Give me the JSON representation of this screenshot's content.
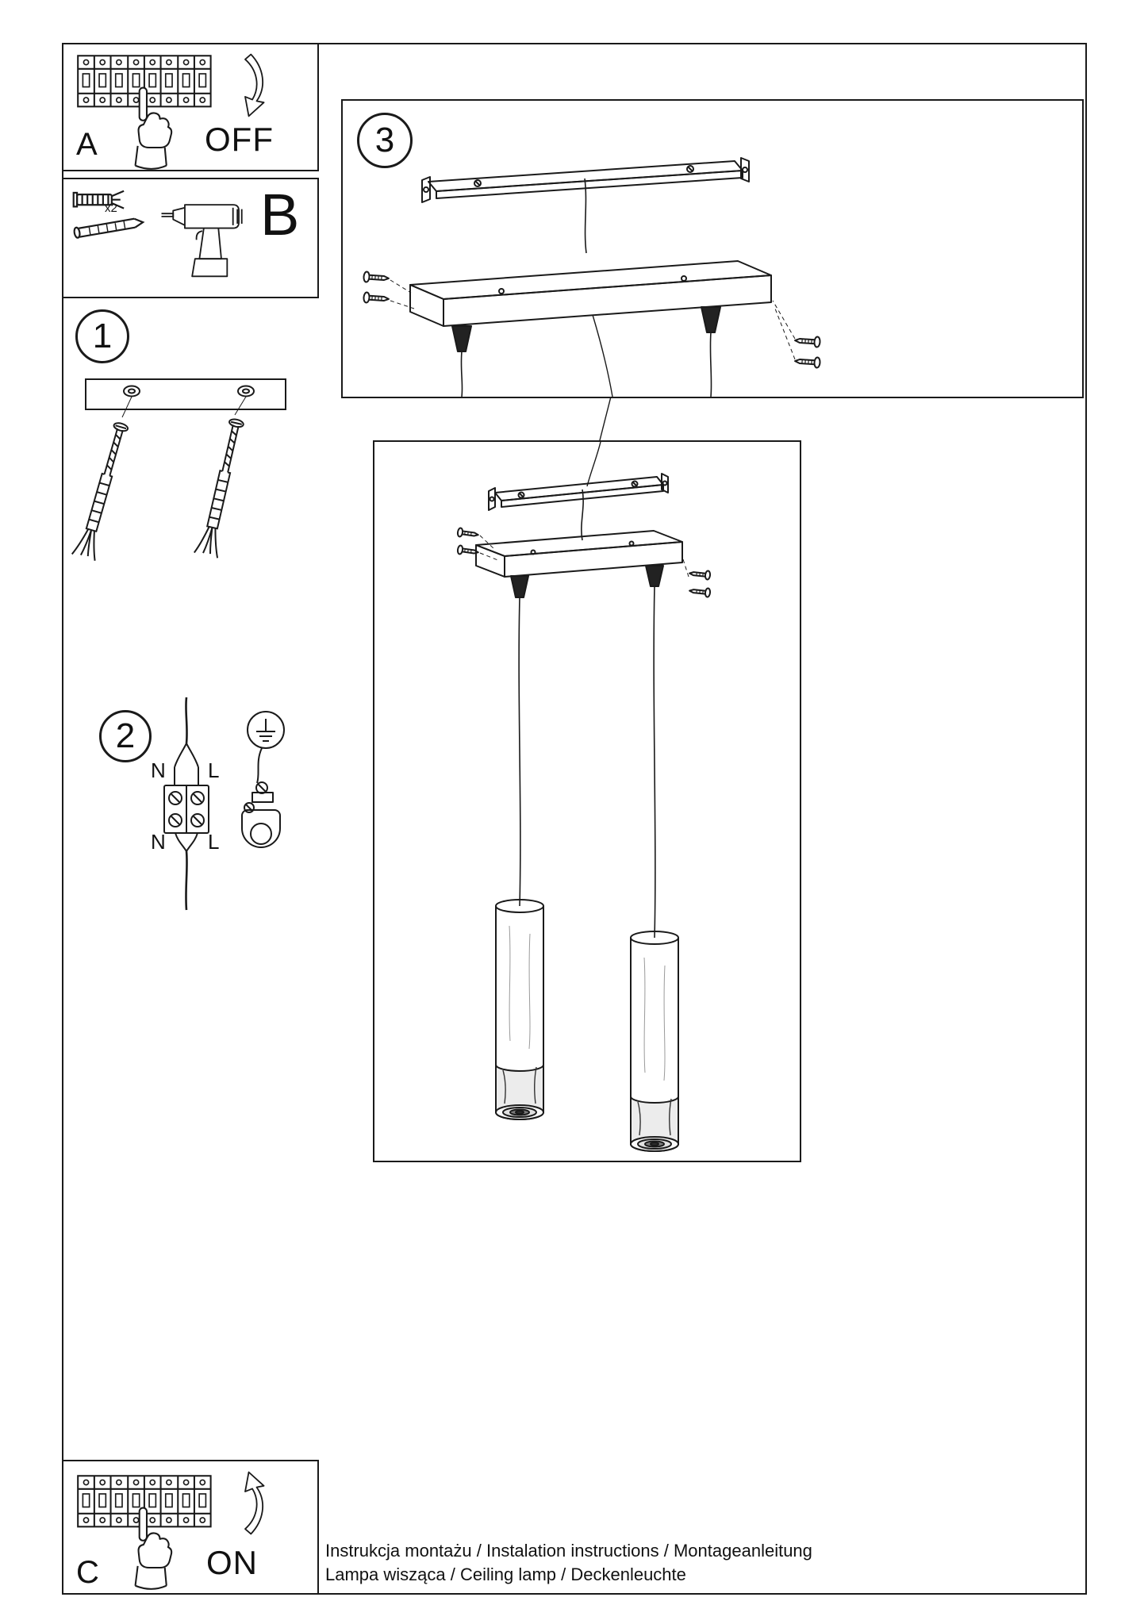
{
  "steps": {
    "one": "1",
    "two": "2",
    "three": "3"
  },
  "panels": {
    "a": {
      "label": "A",
      "state": "OFF"
    },
    "b": {
      "label": "B",
      "anchor_count": "x2"
    },
    "c": {
      "label": "C",
      "state": "ON"
    }
  },
  "wiring": {
    "neutral_top": "N",
    "line_top": "L",
    "neutral_bottom": "N",
    "line_bottom": "L"
  },
  "captions": {
    "line1": "Instrukcja montażu / Instalation instructions / Montageanleitung",
    "line2": "Lampa wisząca / Ceiling lamp / Deckenleuchte"
  }
}
